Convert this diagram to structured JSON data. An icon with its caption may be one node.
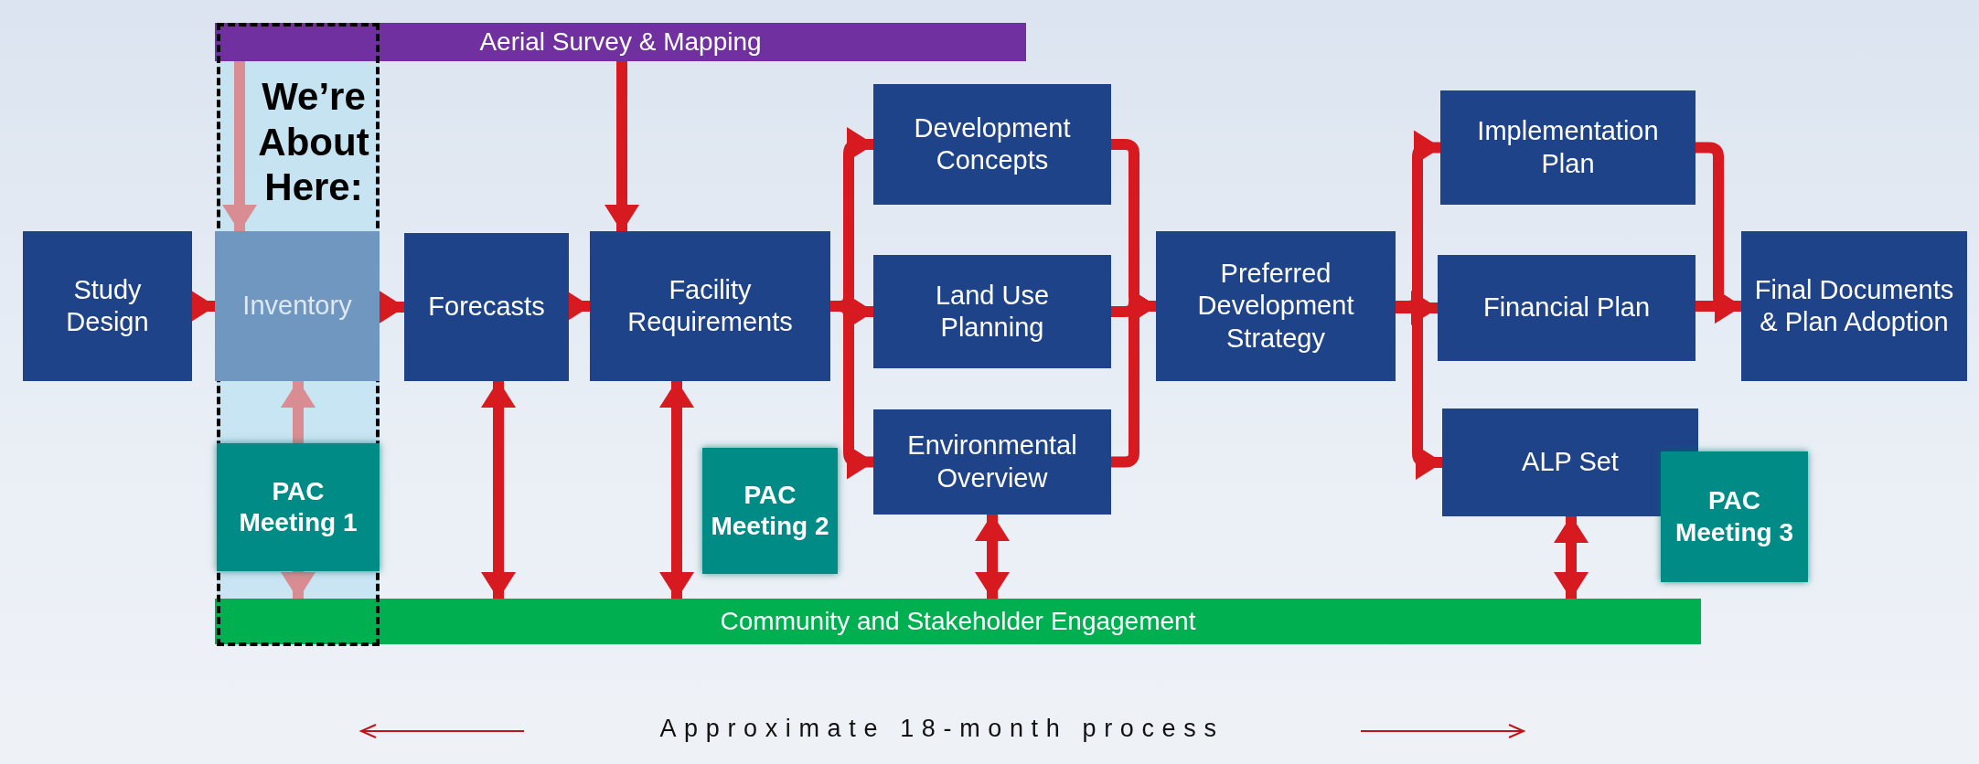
{
  "diagram": {
    "nodes": [
      {
        "text": [
          "Aerial Survey & Mapping"
        ]
      },
      {
        "text": [
          "We’re About Here:"
        ]
      },
      {
        "text": [
          "Study Design"
        ]
      },
      {
        "text": [
          "Inventory"
        ],
        "in": 1
      },
      {
        "text": [
          "Forecasts"
        ]
      },
      {
        "text": [
          "Facility Requirements"
        ]
      },
      {
        "text": [
          "Development Concepts"
        ]
      },
      {
        "text": [
          "Land Use Planning"
        ]
      },
      {
        "text": [
          "Environmental Overview"
        ]
      },
      {
        "text": [
          "Preferred Development Strategy"
        ]
      },
      {
        "text": [
          "Implementation Plan"
        ]
      },
      {
        "text": [
          "Financial Plan"
        ]
      },
      {
        "text": [
          "ALP Set"
        ]
      },
      {
        "text": [
          "Final Documents & Plan Adoption"
        ]
      },
      {
        "text": [
          "PAC Meeting 1"
        ],
        "in": 1
      },
      {
        "text": [
          "PAC Meeting 2"
        ]
      },
      {
        "text": [
          "PAC Meeting 3"
        ]
      },
      {
        "text": [
          "Community and Stakeholder Engagement"
        ]
      }
    ],
    "edges": [
      {
        "from": 2,
        "to": 3,
        "arrow": "to"
      },
      {
        "from": 3,
        "to": 4,
        "arrow": "to"
      },
      {
        "from": 4,
        "to": 5,
        "arrow": "to"
      },
      {
        "from": 0,
        "to": 3,
        "arrow": "to",
        "color": "#d98c92"
      },
      {
        "from": 0,
        "to": 5,
        "arrow": "to"
      },
      {
        "from": 5,
        "to": 6,
        "arrow": "to"
      },
      {
        "from": 5,
        "to": 7,
        "arrow": "to"
      },
      {
        "from": 5,
        "to": 8,
        "arrow": "to"
      },
      {
        "from": 6,
        "to": 9,
        "arrow": "to"
      },
      {
        "from": 7,
        "to": 9,
        "arrow": "to"
      },
      {
        "from": 8,
        "to": 9,
        "arrow": "to"
      },
      {
        "from": 9,
        "to": 10,
        "arrow": "to"
      },
      {
        "from": 9,
        "to": 11,
        "arrow": "to"
      },
      {
        "from": 9,
        "to": 12,
        "arrow": "to"
      },
      {
        "from": 10,
        "to": 13,
        "arrow": "to"
      },
      {
        "from": 11,
        "to": 13,
        "arrow": "to"
      },
      {
        "from": 14,
        "to": 3,
        "arrow": "to",
        "color": "#d98c92"
      },
      {
        "from": 14,
        "to": 17,
        "arrow": "to",
        "color": "#d98c92"
      },
      {
        "from": 4,
        "to": 17,
        "arrow": "both"
      },
      {
        "from": 5,
        "to": 17,
        "arrow": "both"
      },
      {
        "from": 8,
        "to": 17,
        "arrow": "both"
      },
      {
        "from": 12,
        "to": 17,
        "arrow": "both"
      }
    ],
    "labels": [
      "Approximate 18-month process"
    ]
  }
}
